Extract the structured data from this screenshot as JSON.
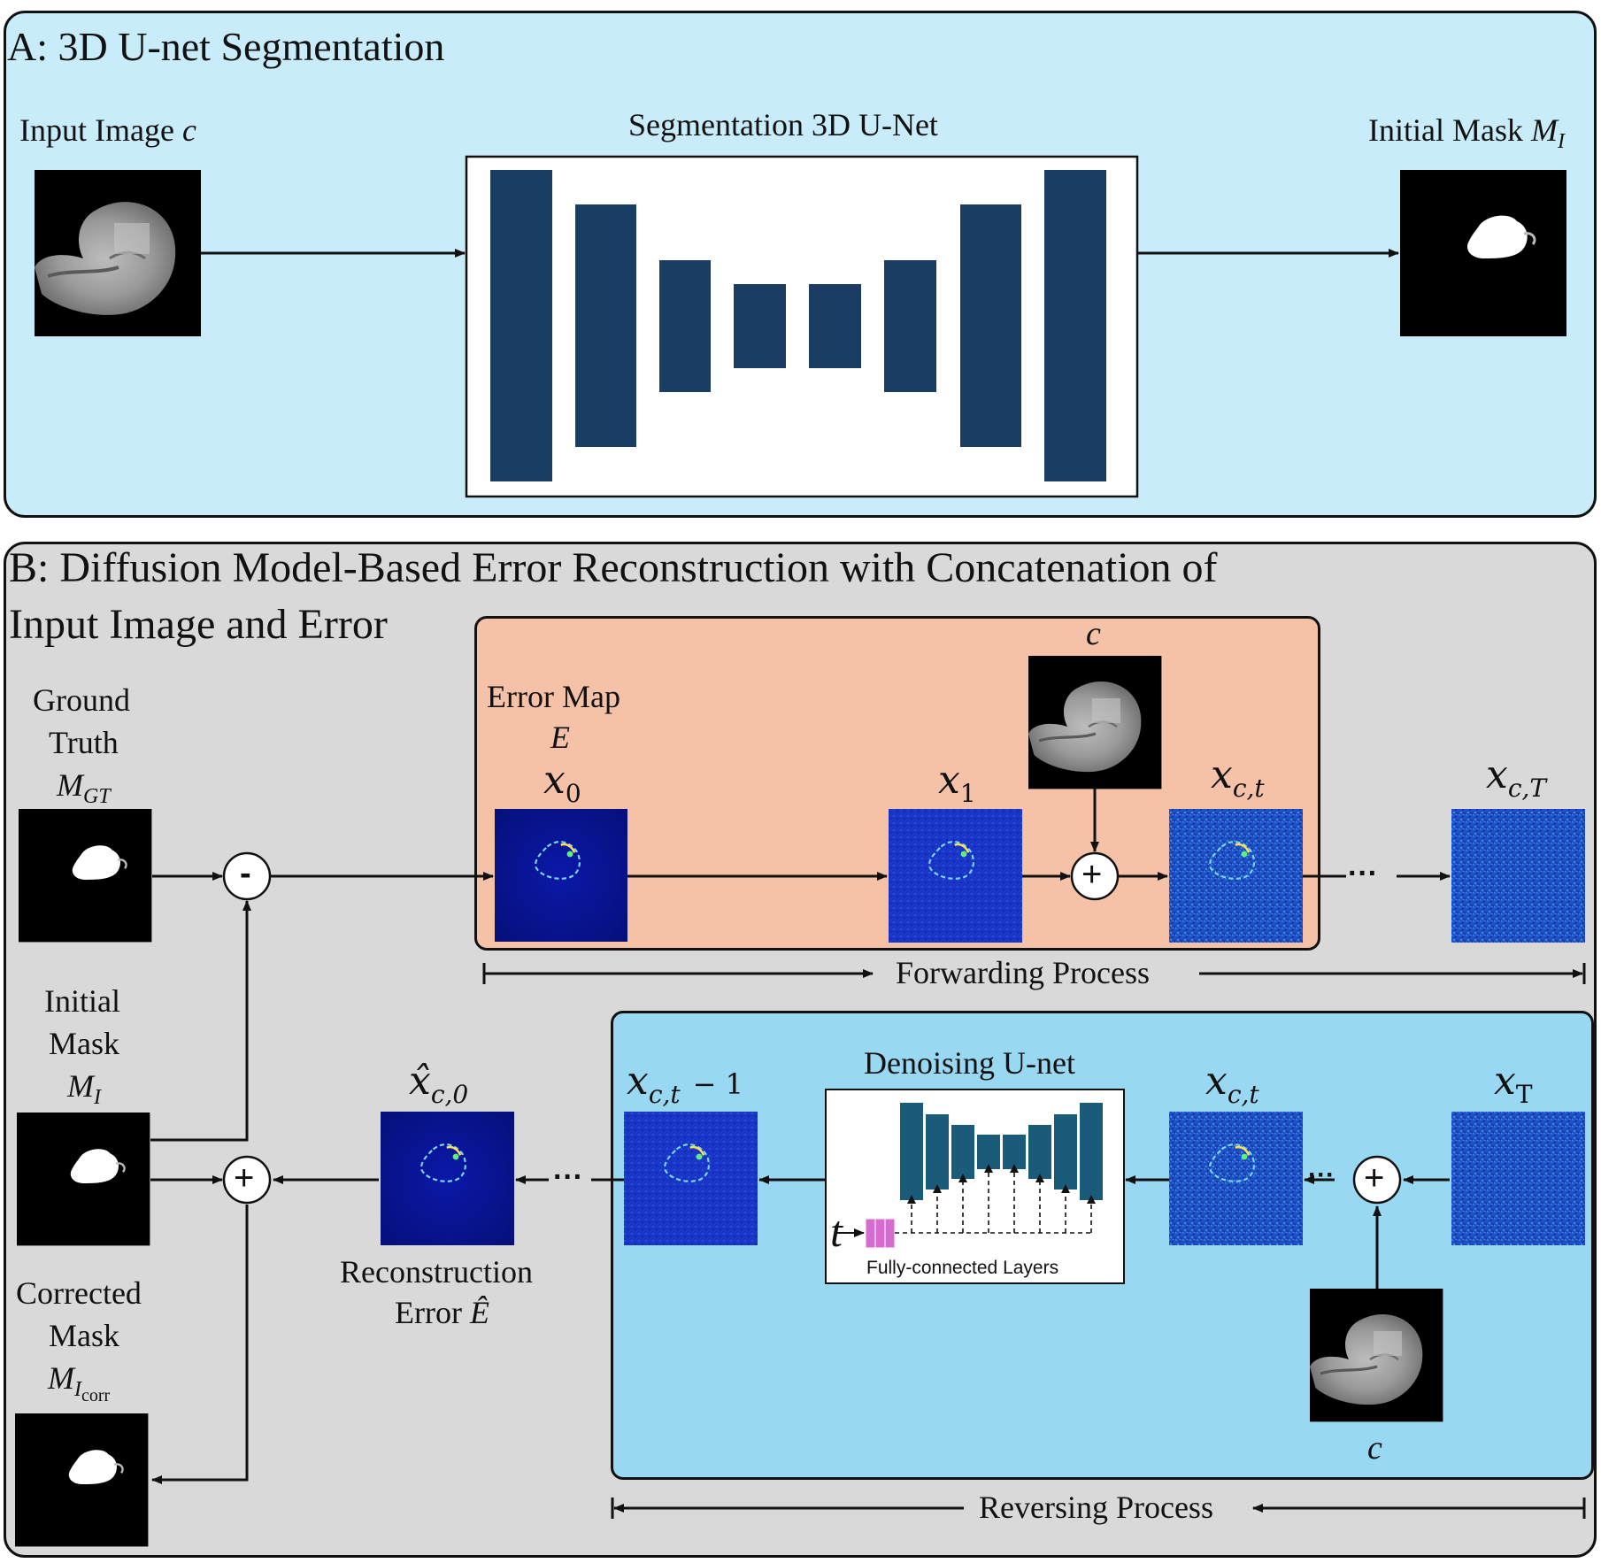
{
  "panelA": {
    "title": "A: 3D U-net Segmentation",
    "input_label": "Input Image",
    "input_sym": "c",
    "unet_label": "Segmentation 3D U-Net",
    "output_label": "Initial Mask",
    "output_sym": "M",
    "output_sub": "I"
  },
  "panelB": {
    "title_line1": "B: Diffusion Model-Based Error Reconstruction with Concatenation of",
    "title_line2": "Input Image and Error",
    "gt_l1": "Ground",
    "gt_l2": "Truth",
    "gt_sym": "M",
    "gt_sub": "GT",
    "init_l1": "Initial",
    "init_l2": "Mask",
    "init_sym": "M",
    "init_sub": "I",
    "corr_l1": "Corrected",
    "corr_l2": "Mask",
    "corr_sym": "M",
    "corr_sub": "I",
    "corr_subsub": "corr",
    "minus": "-",
    "plus": "+",
    "errmap_l1": "Error Map",
    "errmap_sym": "E",
    "x0": "x",
    "x0_sub": "0",
    "x1": "x",
    "x1_sub": "1",
    "c_top": "c",
    "xct": "x",
    "xct_sub": "c,t",
    "xcT": "x",
    "xcT_sub": "c,T",
    "ellipsis": "···",
    "forward_label": "Forwarding Process",
    "xhat": "x̂",
    "xhat_sub": "c,0",
    "recon_l1": "Reconstruction",
    "recon_l2": "Error",
    "recon_sym": "Ê",
    "xct1": "x",
    "xct1_sub": "c,t",
    "xct1_minus": "− 1",
    "denoise_label": "Denoising U-net",
    "t_sym": "t",
    "fc_label": "Fully-connected Layers",
    "xct2": "x",
    "xct2_sub": "c,t",
    "xT": "x",
    "xT_sub": "T",
    "c_bottom": "c",
    "reverse_label": "Reversing Process"
  },
  "colors": {
    "panelA_bg": "#c8ecfa",
    "panelB_bg": "#d9d9d9",
    "forward_box": "#f5c2a7",
    "reverse_box": "#99d8f3",
    "unet_block": "#1b3d63",
    "denoise_block": "#1b5b7a",
    "fc_block": "#d66bd0"
  }
}
